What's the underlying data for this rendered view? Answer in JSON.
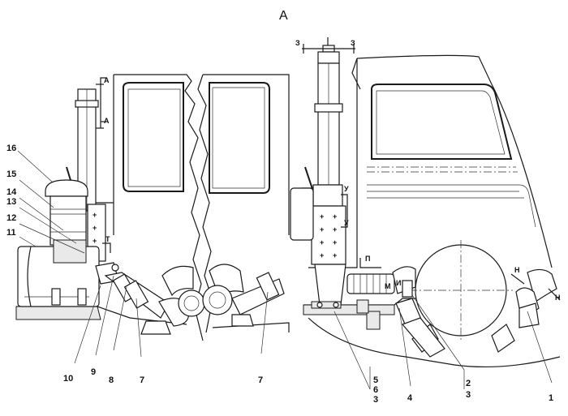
{
  "view_title": "А",
  "callouts": {
    "c1": "1",
    "c2_3": "2\n3",
    "c4": "4",
    "c5_6_3": "5\n6\n3",
    "c7a": "7",
    "c7b": "7",
    "c8": "8",
    "c9": "9",
    "c10": "10",
    "c11": "11",
    "c12": "12",
    "c13": "13",
    "c14": "14",
    "c15": "15",
    "c16": "16"
  },
  "section_marks": {
    "a_top": "А",
    "a_bottom": "А",
    "t": "Т",
    "z_left": "З",
    "z_right": "З",
    "u_top": "У",
    "u_bottom": "У",
    "p": "П",
    "m": "М",
    "i": "И",
    "n_top": "Н",
    "n_bottom": "Н"
  }
}
